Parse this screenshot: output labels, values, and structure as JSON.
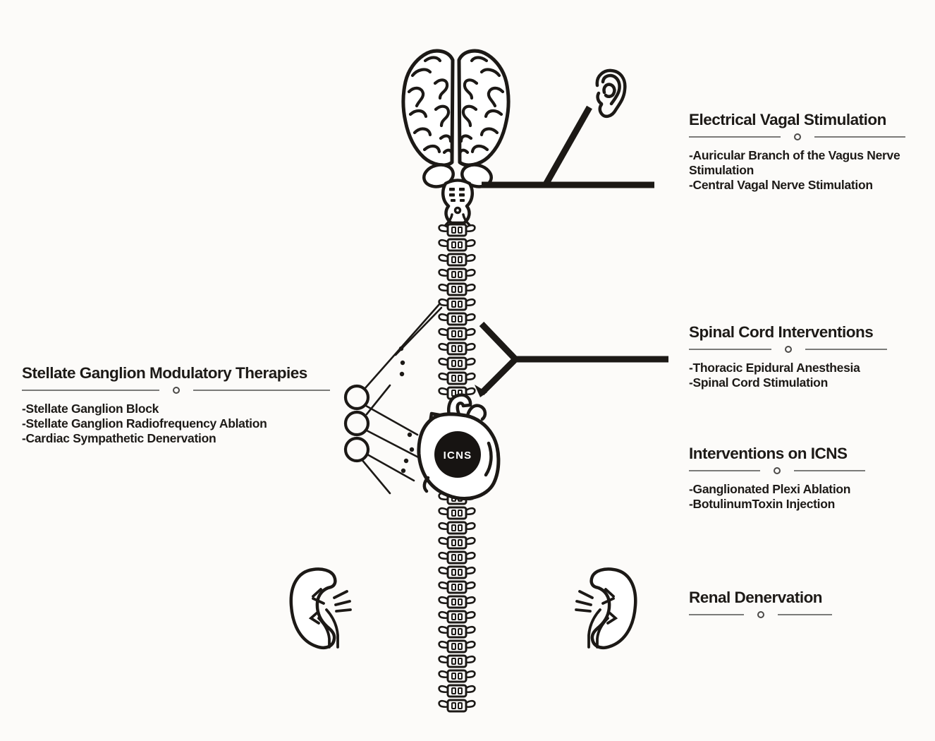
{
  "canvas": {
    "background": "#fcfbf9",
    "ink": "#1c1916",
    "rule_color": "#7b7b79"
  },
  "sections": {
    "electrical_vagal": {
      "title": "Electrical Vagal Stimulation",
      "items": [
        "-Auricular Branch of the Vagus Nerve Stimulation",
        "-Central Vagal Nerve Stimulation"
      ]
    },
    "spinal_cord": {
      "title": "Spinal Cord Interventions",
      "items": [
        "-Thoracic Epidural Anesthesia",
        "-Spinal Cord Stimulation"
      ]
    },
    "stellate_ganglion": {
      "title": "Stellate Ganglion Modulatory Therapies",
      "items": [
        "-Stellate Ganglion Block",
        "-Stellate Ganglion Radiofrequency Ablation",
        "-Cardiac Sympathetic Denervation"
      ]
    },
    "icns_interventions": {
      "title": "Interventions on ICNS",
      "items": [
        "-Ganglionated Plexi Ablation",
        "-BotulinumToxin Injection"
      ]
    },
    "renal": {
      "title": "Renal Denervation",
      "items": []
    }
  },
  "heart_label": "ICNS",
  "icons": {
    "brain": "brain-icon",
    "ear": "ear-icon",
    "spine": "spine-icon",
    "heart": "heart-icon",
    "kidney_left": "kidney-left-icon",
    "kidney_right": "kidney-right-icon",
    "ganglion_nodes": "ganglion-node-icon",
    "rule_dot": "rule-dot-icon"
  }
}
